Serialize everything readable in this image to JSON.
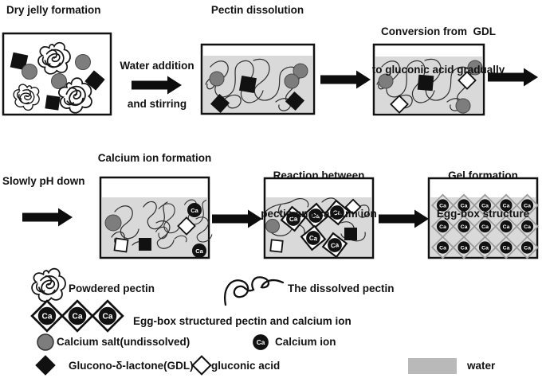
{
  "figure": {
    "description": "Jelly gel formation process diagram"
  },
  "colors": {
    "water": "#d9d9d9",
    "water_swatch": "#b9b9b9",
    "calcium_salt_gray": "#7d7d7d",
    "black": "#111111",
    "gel_diamond_stroke": "#9a9a9a",
    "gel_diamond_fill": "#dcdcdc"
  },
  "stages": {
    "dry": {
      "title": "Dry jelly formation"
    },
    "dissolution": {
      "title": "Pectin dissolution"
    },
    "conversion": {
      "title_line1": "Conversion from  GDL",
      "title_line2": "to gluconic acid gradually"
    },
    "calcium": {
      "title": "Calcium ion formation"
    },
    "reaction": {
      "title_line1": "Reaction between",
      "title_line2": "pectin and calcium ion"
    },
    "gel": {
      "title_line1": "Gel formation",
      "title_line2": "Egg-box structure"
    }
  },
  "transitions": {
    "water_addition_line1": "Water addition",
    "water_addition_line2": "and stirring",
    "ph_down": "Slowly pH down"
  },
  "symbols": {
    "ca": "Ca"
  },
  "legend": {
    "powdered_pectin": "Powdered pectin",
    "dissolved_pectin": "The dissolved pectin",
    "eggbox": "Egg-box structured pectin and calcium ion",
    "calcium_salt": "Calcium salt(undissolved)",
    "calcium_ion": "Calcium ion",
    "gdl": "Glucono-δ-lactone(GDL)",
    "gluconic_acid": "gluconic acid",
    "water": "water"
  }
}
